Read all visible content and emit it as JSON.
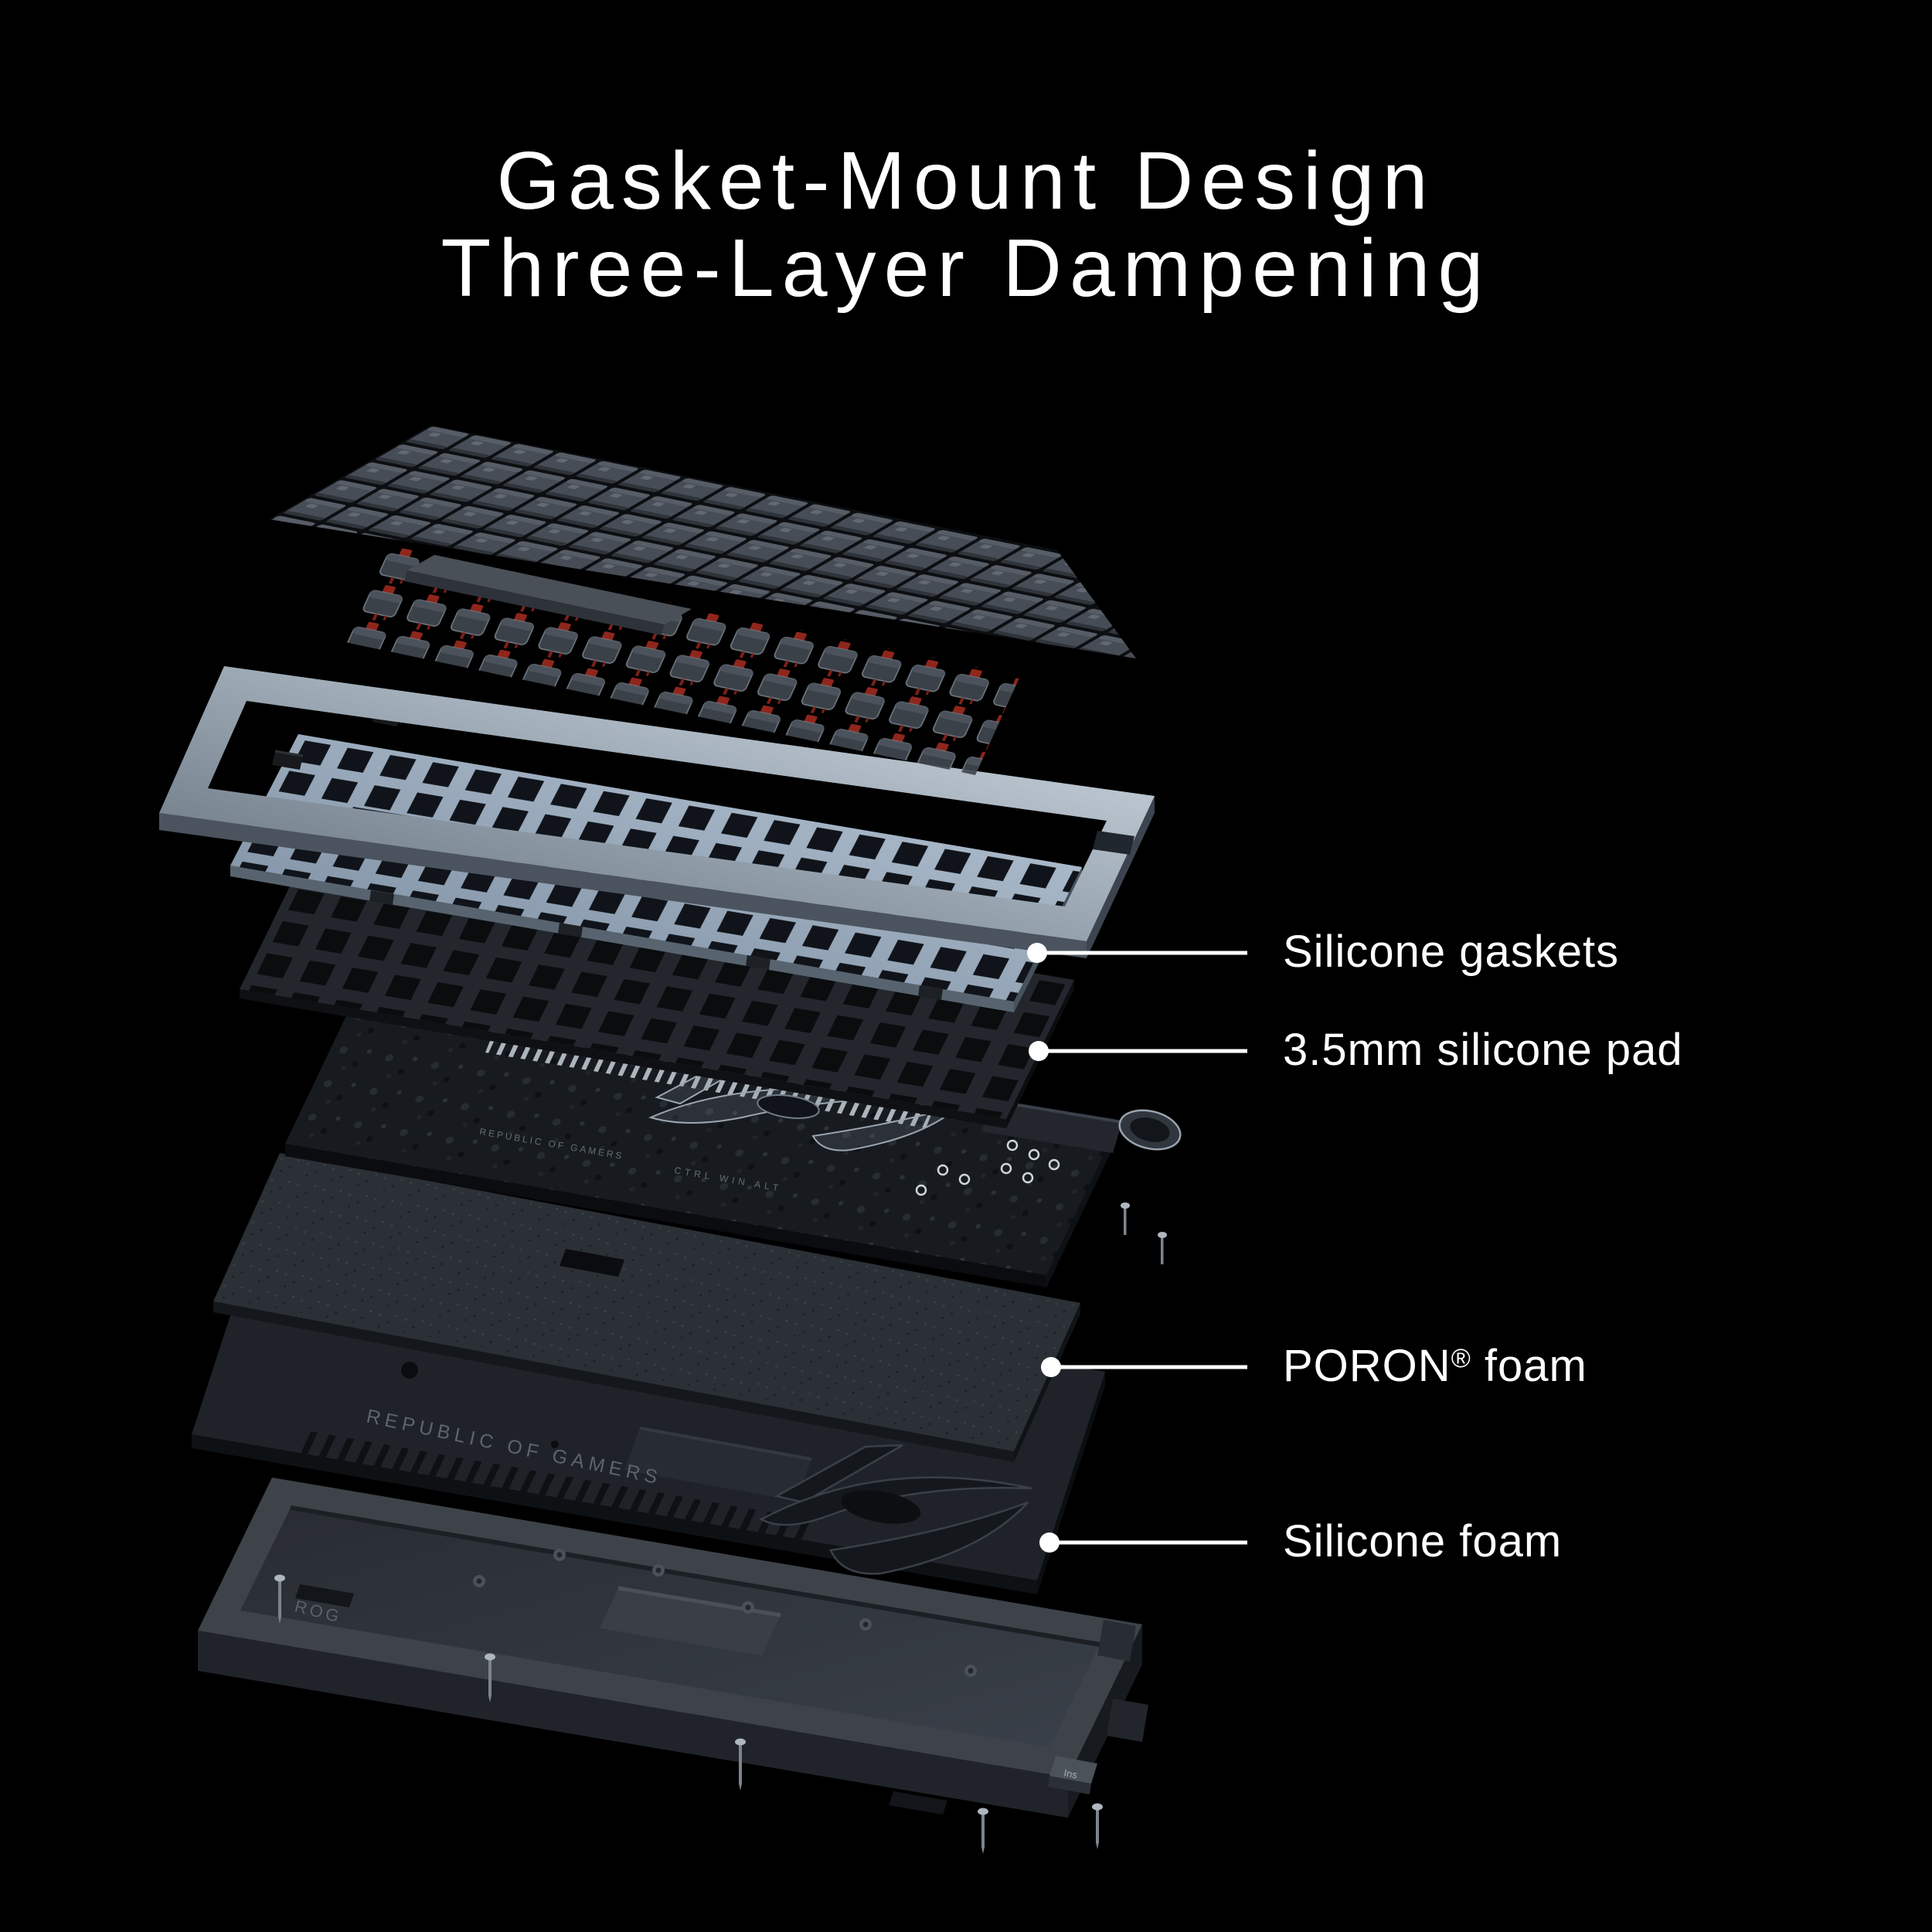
{
  "title": {
    "line1": "Gasket-Mount Design",
    "line2": "Three-Layer Dampening"
  },
  "callouts": [
    {
      "id": "silicone-gaskets",
      "pre": "Silicone gaskets",
      "sup": "",
      "post": ""
    },
    {
      "id": "silicone-pad",
      "pre": "3.5mm silicone pad",
      "sup": "",
      "post": ""
    },
    {
      "id": "poron-foam",
      "pre": "PORON",
      "sup": "®",
      "post": " foam"
    },
    {
      "id": "silicone-foam",
      "pre": "Silicone foam",
      "sup": "",
      "post": ""
    }
  ],
  "engravings": {
    "pcb_brand": "REPUBLIC OF GAMERS",
    "pcb_keys": "CTRL   WIN   ALT",
    "foam_brand": "REPUBLIC OF GAMERS",
    "case_brand": "ROG",
    "floating_keycap": "Ins"
  },
  "layers": [
    "keycaps",
    "mechanical-switches",
    "top-frame",
    "switch-plate-with-silicone-gaskets",
    "silicone-pad",
    "pcb",
    "poron-foam",
    "silicone-foam",
    "bottom-case"
  ],
  "colors": {
    "background": "#000000",
    "text": "#ffffff",
    "callout_line": "#ffffff",
    "keycap": "#474d56",
    "switch_stem": "#8f261c",
    "frame": "#c9d4df",
    "plate": "#9fb2c5",
    "pcb": "#171b20",
    "foam_dark": "#1f2329"
  }
}
